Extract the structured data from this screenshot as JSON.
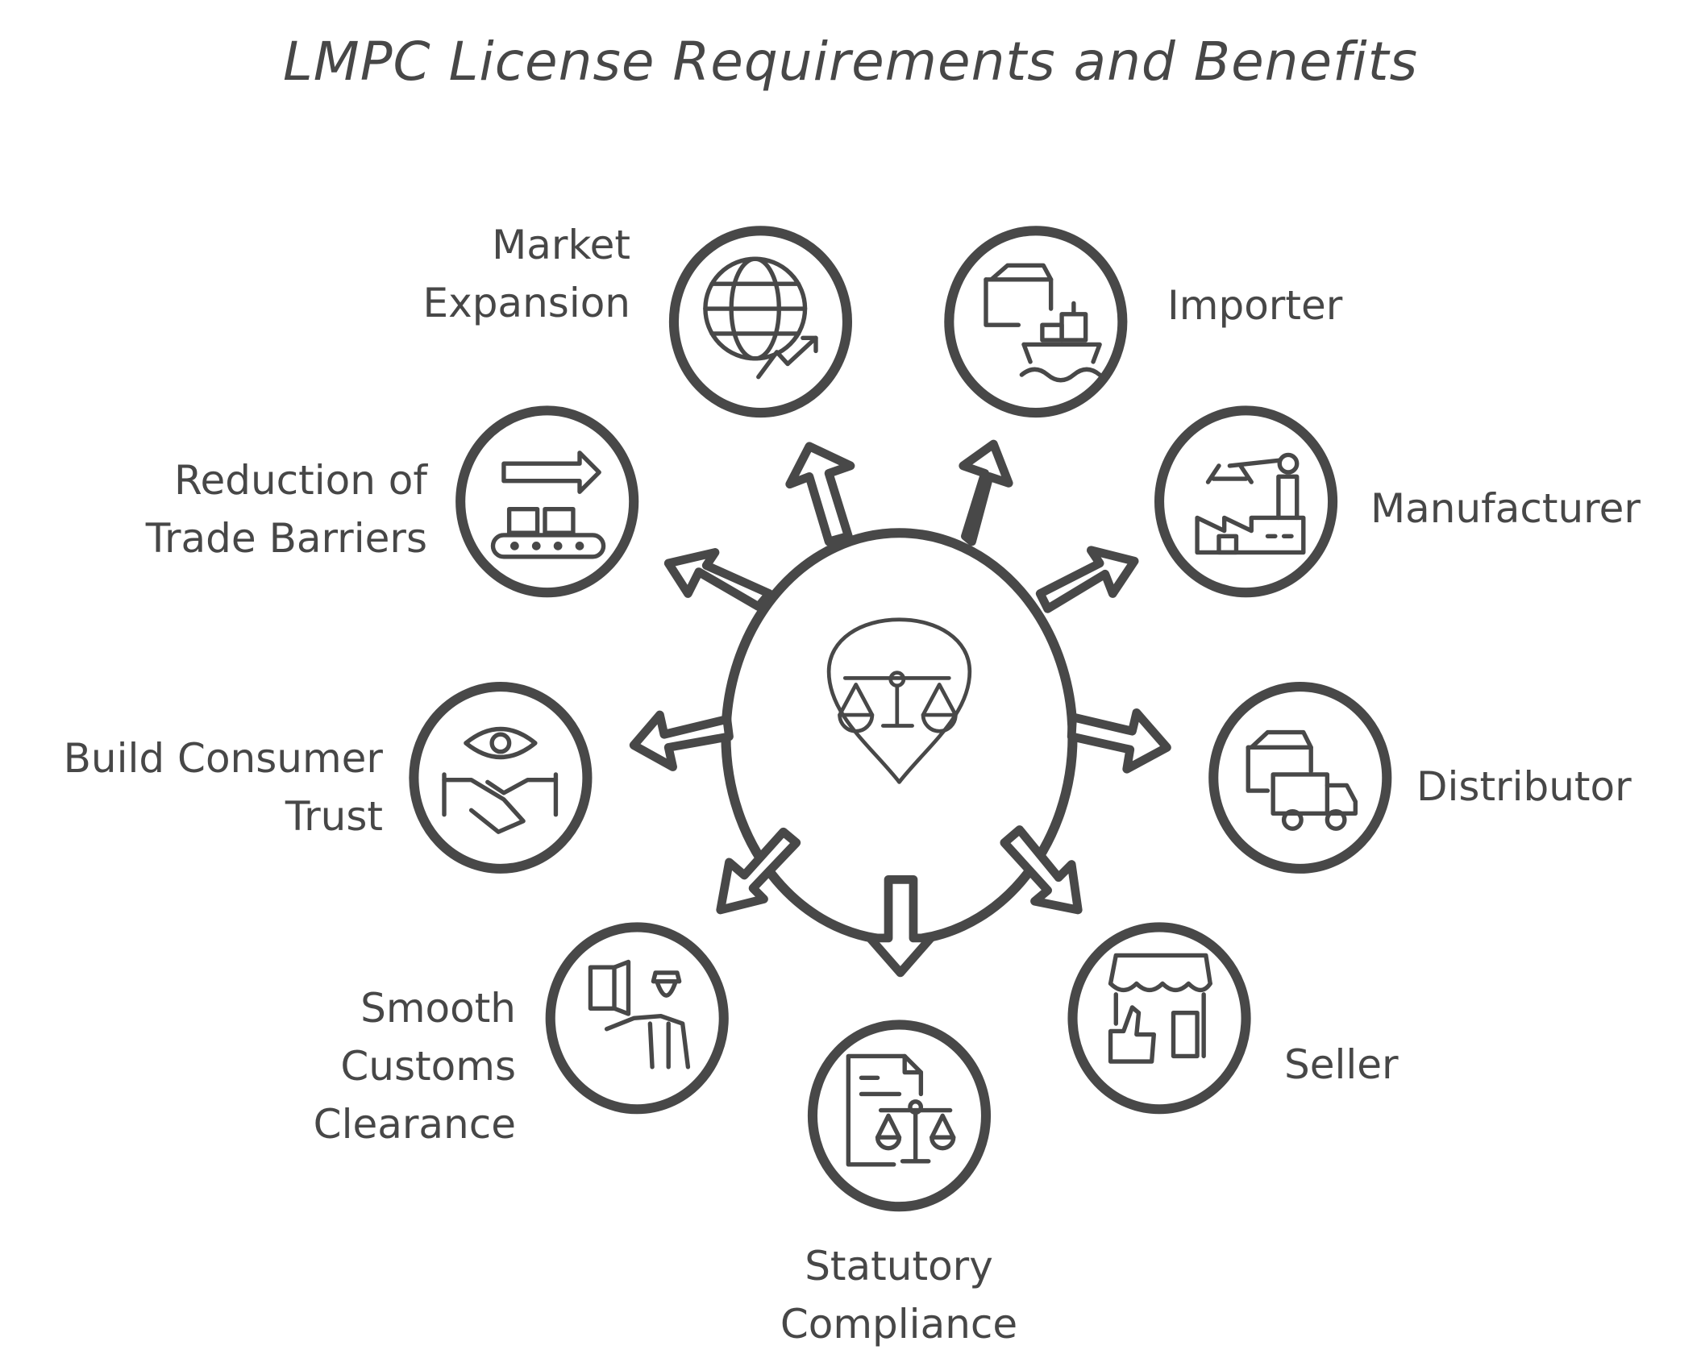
{
  "title": "LMPC License Requirements and Benefits",
  "colors": {
    "stroke": "#484848",
    "background": "#ffffff",
    "text": "#474747"
  },
  "center": {
    "icon": "scales-of-justice-pin-icon"
  },
  "nodes": [
    {
      "id": "market-expansion",
      "label": "Market\nExpansion",
      "icon": "globe-trending-up-icon",
      "side": "left"
    },
    {
      "id": "importer",
      "label": "Importer",
      "icon": "box-ship-icon",
      "side": "right"
    },
    {
      "id": "manufacturer",
      "label": "Manufacturer",
      "icon": "factory-robot-arm-icon",
      "side": "right"
    },
    {
      "id": "distributor",
      "label": "Distributor",
      "icon": "box-delivery-truck-icon",
      "side": "right"
    },
    {
      "id": "seller",
      "label": "Seller",
      "icon": "storefront-thumbs-up-icon",
      "side": "right"
    },
    {
      "id": "statutory-compliance",
      "label": "Statutory\nCompliance",
      "icon": "document-scales-icon",
      "side": "bottom"
    },
    {
      "id": "smooth-customs-clearance",
      "label": "Smooth\nCustoms\nClearance",
      "icon": "customs-officer-icon",
      "side": "left"
    },
    {
      "id": "build-consumer-trust",
      "label": "Build Consumer\nTrust",
      "icon": "eye-handshake-icon",
      "side": "left"
    },
    {
      "id": "reduction-of-trade-barriers",
      "label": "Reduction of\nTrade Barriers",
      "icon": "arrow-conveyor-boxes-icon",
      "side": "left"
    }
  ]
}
